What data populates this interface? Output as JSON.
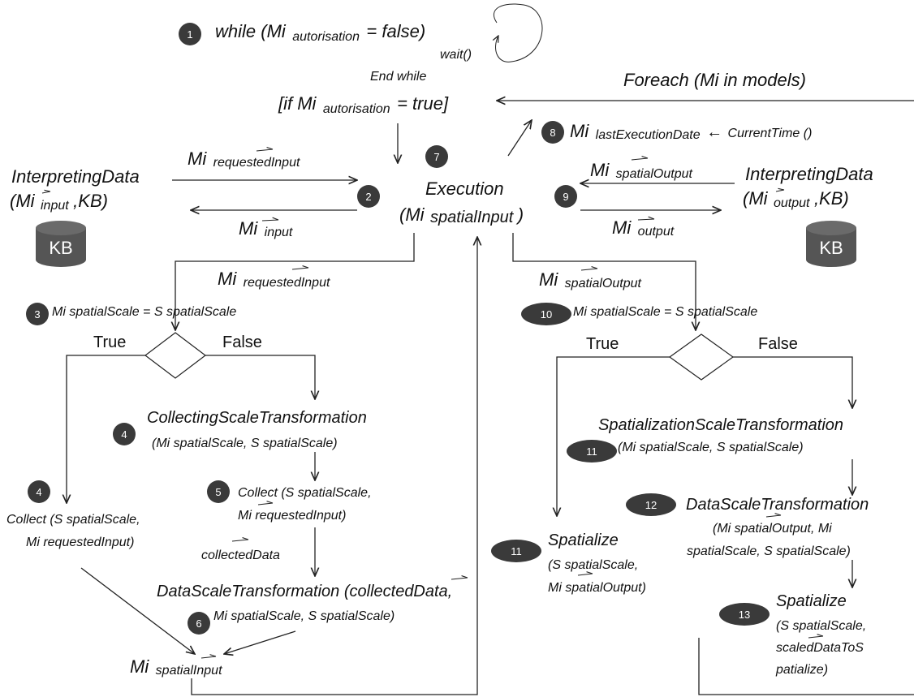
{
  "badges": [
    "1",
    "2",
    "3",
    "4",
    "4",
    "5",
    "6",
    "7",
    "8",
    "9",
    "10",
    "11",
    "11",
    "12",
    "13"
  ],
  "loop": {
    "while_prefix": "while (Mi",
    "while_sub": "autorisation",
    "while_suffix": "= false)",
    "wait": "wait()",
    "end_while": "End while",
    "if_prefix": "[if Mi",
    "if_sub": "autorisation",
    "if_suffix": "= true]",
    "foreach": "Foreach (Mi in models)"
  },
  "step8": {
    "prefix": "Mi",
    "sub": "lastExecutionDate",
    "arrow": "←",
    "suffix": "CurrentTime ()"
  },
  "execution": {
    "title": "Execution",
    "args_open": "(Mi",
    "args_sub": "spatialInput",
    "args_close": ")"
  },
  "left_interp": {
    "title": "InterpretingData",
    "args_open": "(Mi",
    "args_sub": "input",
    "args_close": ",KB)"
  },
  "right_interp": {
    "title": "InterpretingData",
    "args_open": "(Mi",
    "args_sub": "output",
    "args_close": ",KB)"
  },
  "kb": "KB",
  "edges": {
    "mi": "Mi",
    "requestedInput": "requestedInput",
    "input": "input",
    "spatialOutput": "spatialOutput",
    "output": "output",
    "spatialInput": "spatialInput",
    "collectedData": "collectedData"
  },
  "conditions": {
    "left": {
      "text": "Mi spatialScale = S spatialScale",
      "true_label": "True",
      "false_label": "False"
    },
    "right": {
      "text": "Mi spatialScale = S spatialScale",
      "true_label": "True",
      "false_label": "False"
    }
  },
  "left_branch": {
    "collecting_title": "CollectingScaleTransformation",
    "collecting_args": "(Mi spatialScale, S spatialScale)",
    "collect_a_line1": "Collect (S spatialScale,",
    "collect_a_line2": "Mi requestedInput)",
    "collect_b_line1": "Collect (S spatialScale,",
    "collect_b_line2": "Mi requestedInput)",
    "dst_line1": "DataScaleTransformation (collectedData,",
    "dst_line2": "Mi spatialScale, S spatialScale)"
  },
  "right_branch": {
    "sst_title": "SpatializationScaleTransformation",
    "sst_args": "(Mi spatialScale, S spatialScale)",
    "dst_title": "DataScaleTransformation",
    "dst_line2": "(Mi spatialOutput, Mi",
    "dst_line3": "spatialScale, S spatialScale)",
    "spatialize_a_title": "Spatialize",
    "spatialize_a_line2": "(S spatialScale,",
    "spatialize_a_line3": "Mi spatialOutput)",
    "spatialize_b_title": "Spatialize",
    "spatialize_b_line2": "(S spatialScale,",
    "spatialize_b_line3": "scaledDataToS",
    "spatialize_b_line4": "patialize)"
  }
}
